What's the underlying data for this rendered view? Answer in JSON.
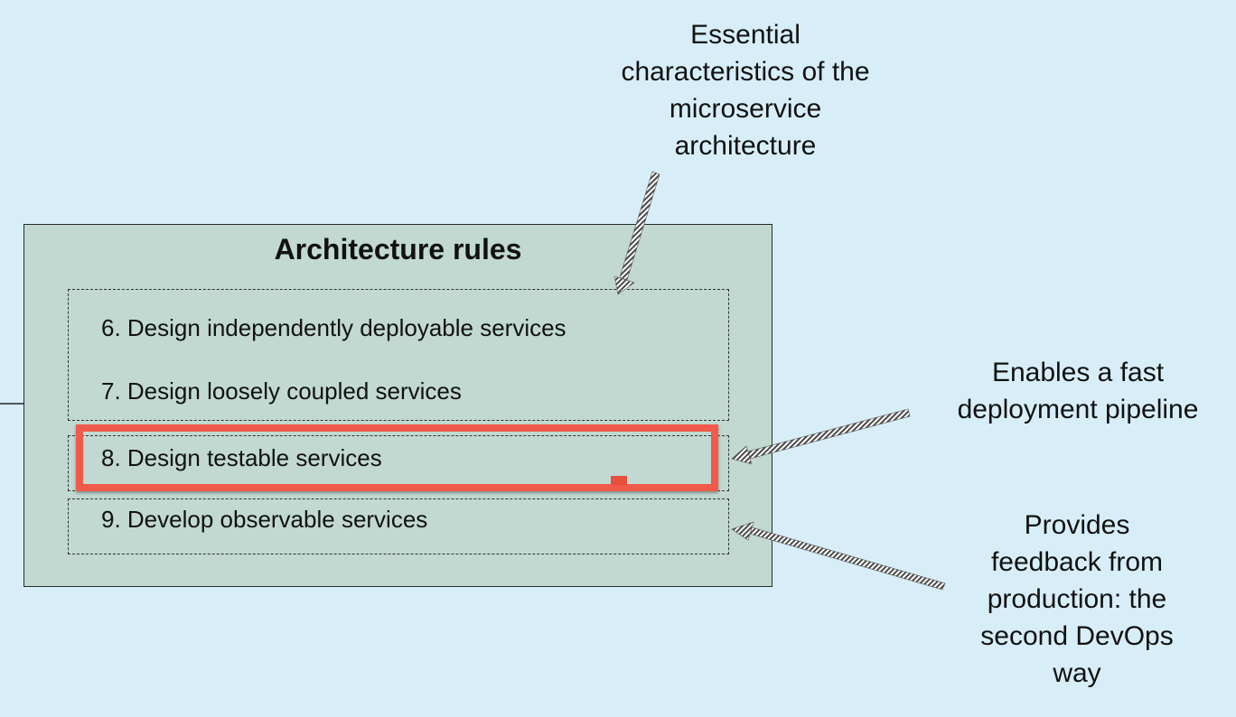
{
  "panel": {
    "title": "Architecture rules"
  },
  "rules": [
    "6. Design independently deployable services",
    "7. Design loosely coupled services",
    "8. Design testable services",
    "9. Develop observable services"
  ],
  "notes": {
    "characteristics": [
      "Essential",
      "characteristics of the",
      "microservice",
      "architecture"
    ],
    "pipeline": [
      "Enables a fast",
      "deployment pipeline"
    ],
    "feedback": [
      "Provides",
      "feedback from",
      "production: the",
      "second DevOps",
      "way"
    ]
  },
  "colors": {
    "background": "#d7eef8",
    "panel": "#c1d9d0",
    "highlight": "#f05a4a"
  }
}
